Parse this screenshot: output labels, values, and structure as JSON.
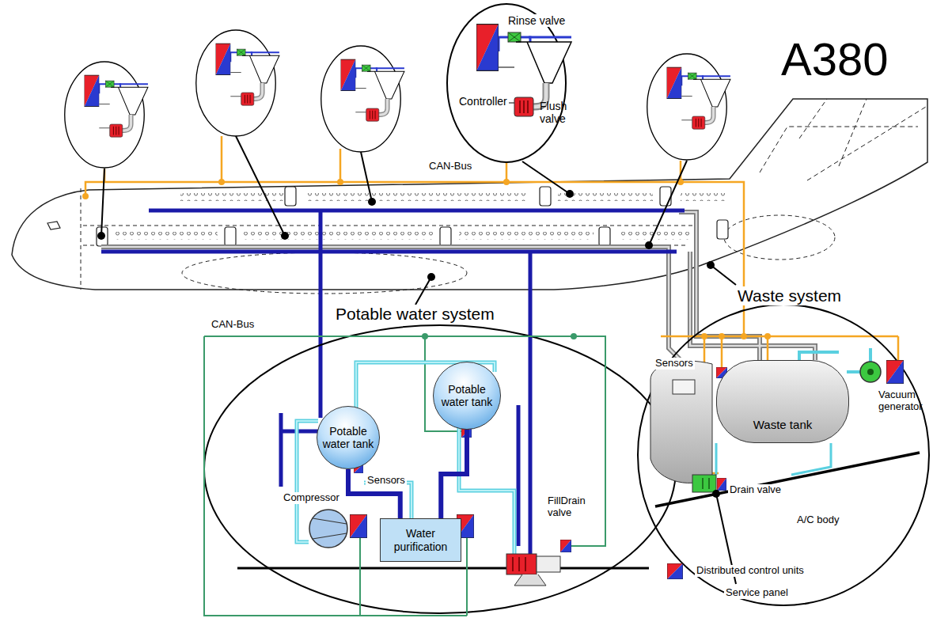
{
  "diagram": {
    "nodes": [
      {
        "text": [
          "Potable water tank"
        ]
      },
      {
        "text": [
          "Potable water tank"
        ]
      },
      {
        "text": [
          "Water purification"
        ]
      },
      {
        "text": [
          "Waste tank"
        ]
      }
    ],
    "edges": [
      {
        "from": 0,
        "to": 2,
        "arrow": "none"
      },
      {
        "from": 1,
        "to": 2,
        "arrow": "none"
      }
    ],
    "labels": [
      "A380",
      "Rinse valve",
      "Controller",
      "Flush valve",
      "CAN-Bus",
      "Potable water system",
      "Waste system",
      "CAN-Bus",
      "Sensors",
      "Compressor",
      "FillDrain valve",
      "Sensors",
      "Vacuum generator",
      "Drain valve",
      "A/C body",
      "Service panel"
    ],
    "legend": [
      {
        "text": "Distributed control units"
      }
    ]
  }
}
